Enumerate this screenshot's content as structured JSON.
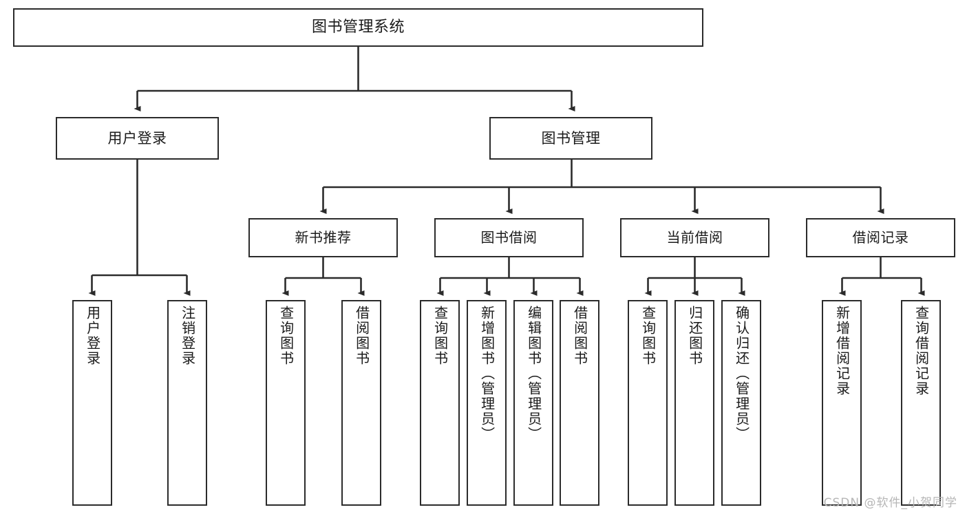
{
  "diagram": {
    "title": "图书管理系统",
    "type": "tree-hierarchy",
    "watermark": "CSDN @软件_小贺同学",
    "colors": {
      "box_border": "#2b2b2b",
      "box_fill": "#ffffff",
      "connector": "#2b2b2b",
      "text": "#1a1a1a",
      "watermark": "#b6b6b6",
      "background": "#ffffff"
    }
  },
  "root": {
    "label": "图书管理系统"
  },
  "level1": [
    {
      "label": "用户登录"
    },
    {
      "label": "图书管理"
    }
  ],
  "level2": [
    {
      "label": "新书推荐"
    },
    {
      "label": "图书借阅"
    },
    {
      "label": "当前借阅"
    },
    {
      "label": "借阅记录"
    }
  ],
  "leaves": {
    "user_login": [
      {
        "label": "用户登录"
      },
      {
        "label": "注销登录"
      }
    ],
    "new_book_recommend": [
      {
        "label": "查询图书"
      },
      {
        "label": "借阅图书"
      }
    ],
    "book_borrow": [
      {
        "label": "查询图书"
      },
      {
        "label": "新增图书（管理员）"
      },
      {
        "label": "编辑图书（管理员）"
      },
      {
        "label": "借阅图书"
      }
    ],
    "current_borrow": [
      {
        "label": "查询图书"
      },
      {
        "label": "归还图书"
      },
      {
        "label": "确认归还（管理员）"
      }
    ],
    "borrow_record": [
      {
        "label": "新增借阅记录"
      },
      {
        "label": "查询借阅记录"
      }
    ]
  }
}
